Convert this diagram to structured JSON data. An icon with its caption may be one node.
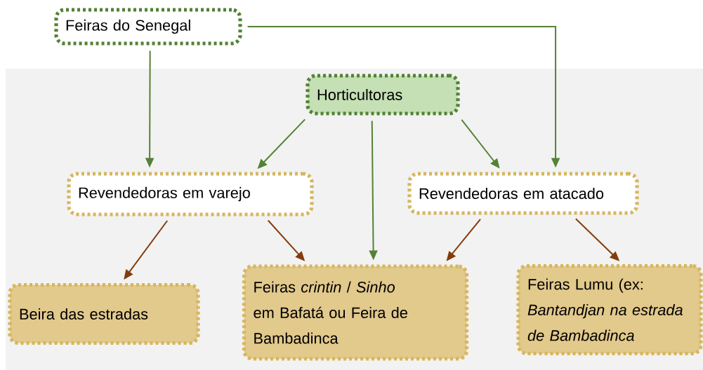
{
  "diagram": {
    "nodes": [
      {
        "text": [
          "Feiras do Senegal"
        ]
      },
      {
        "text": [
          "Horticultoras"
        ]
      },
      {
        "text": [
          "Revendedoras em varejo"
        ]
      },
      {
        "text": [
          "Revendedoras em atacado"
        ]
      },
      {
        "text": [
          "Beira das estradas"
        ]
      },
      {
        "text": [
          "Feiras *crintin* / *Sinho* em Bafatá ou Feira de Bambadinca"
        ]
      },
      {
        "text": [
          "Feiras Lumu (ex: *Bantandjan na estrada de Bambadinca*"
        ]
      }
    ],
    "edges": [
      {
        "from": 0,
        "to": 2,
        "arrow": "to"
      },
      {
        "from": 0,
        "to": 3,
        "arrow": "to"
      },
      {
        "from": 1,
        "to": 2,
        "arrow": "to"
      },
      {
        "from": 1,
        "to": 5,
        "arrow": "to"
      },
      {
        "from": 1,
        "to": 3,
        "arrow": "to"
      },
      {
        "from": 2,
        "to": 4,
        "arrow": "to",
        "color": "#843c0c"
      },
      {
        "from": 2,
        "to": 5,
        "arrow": "to",
        "color": "#843c0c"
      },
      {
        "from": 3,
        "to": 5,
        "arrow": "to",
        "color": "#843c0c"
      },
      {
        "from": 3,
        "to": 6,
        "arrow": "to",
        "color": "#843c0c"
      }
    ]
  }
}
